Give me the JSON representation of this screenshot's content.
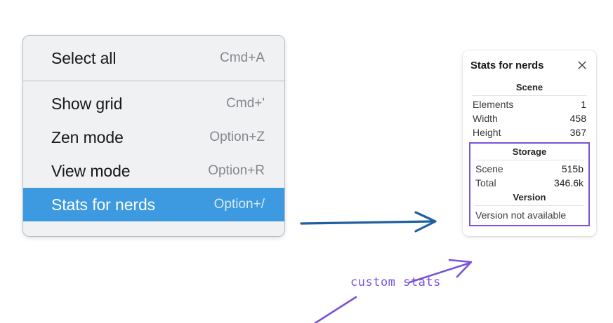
{
  "menu": {
    "groups": [
      {
        "items": [
          {
            "label": "Select all",
            "shortcut": "Cmd+A",
            "selected": false
          }
        ]
      },
      {
        "items": [
          {
            "label": "Show grid",
            "shortcut": "Cmd+'",
            "selected": false
          },
          {
            "label": "Zen mode",
            "shortcut": "Option+Z",
            "selected": false
          },
          {
            "label": "View mode",
            "shortcut": "Option+R",
            "selected": false
          },
          {
            "label": "Stats for nerds",
            "shortcut": "Option+/",
            "selected": true
          }
        ]
      }
    ],
    "highlight_color": "#3d9ae0"
  },
  "stats_panel": {
    "title": "Stats for nerds",
    "close_icon": "close-icon",
    "sections": [
      {
        "title": "Scene",
        "rows": [
          {
            "key": "Elements",
            "value": "1"
          },
          {
            "key": "Width",
            "value": "458"
          },
          {
            "key": "Height",
            "value": "367"
          }
        ]
      },
      {
        "title": "Storage",
        "rows": [
          {
            "key": "Scene",
            "value": "515b"
          },
          {
            "key": "Total",
            "value": "346.6k"
          }
        ]
      },
      {
        "title": "Version",
        "plain_rows": [
          "Version not available"
        ]
      }
    ]
  },
  "annotations": {
    "blue_arrow": {
      "name": "blue-arrow",
      "color": "#1f5fa0"
    },
    "purple_label": {
      "text": "custom stats",
      "color": "#7a52d8"
    },
    "purple_arrow": {
      "name": "purple-arrow",
      "color": "#7a52d8"
    },
    "purple_box": {
      "name": "custom-stats-highlight-box",
      "color": "#7a52d8"
    },
    "purple_tail_line": {
      "name": "purple-tail-line",
      "color": "#7a52d8"
    }
  }
}
